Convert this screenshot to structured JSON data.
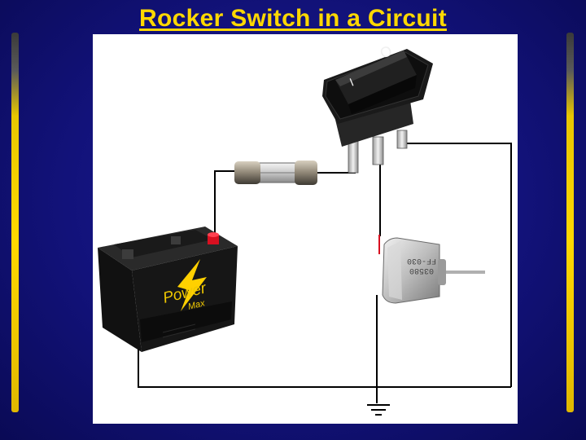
{
  "slide": {
    "title": "Rocker Switch in a Circuit"
  },
  "switch": {
    "off_symbol": "O",
    "on_symbol": "I"
  },
  "battery": {
    "brand_top": "Power",
    "brand_bottom": "Max"
  },
  "motor": {
    "marking_line1": "FF-030",
    "marking_line2": "03580"
  },
  "colors": {
    "title": "#ffd800",
    "background": "#12127a",
    "side_bars": "#ffd800",
    "wire": "#000000",
    "positive_terminal": "#d81020"
  },
  "icons": [
    "rocker-switch-icon",
    "glass-fuse-icon",
    "car-battery-icon",
    "dc-motor-icon",
    "ground-symbol-icon"
  ]
}
